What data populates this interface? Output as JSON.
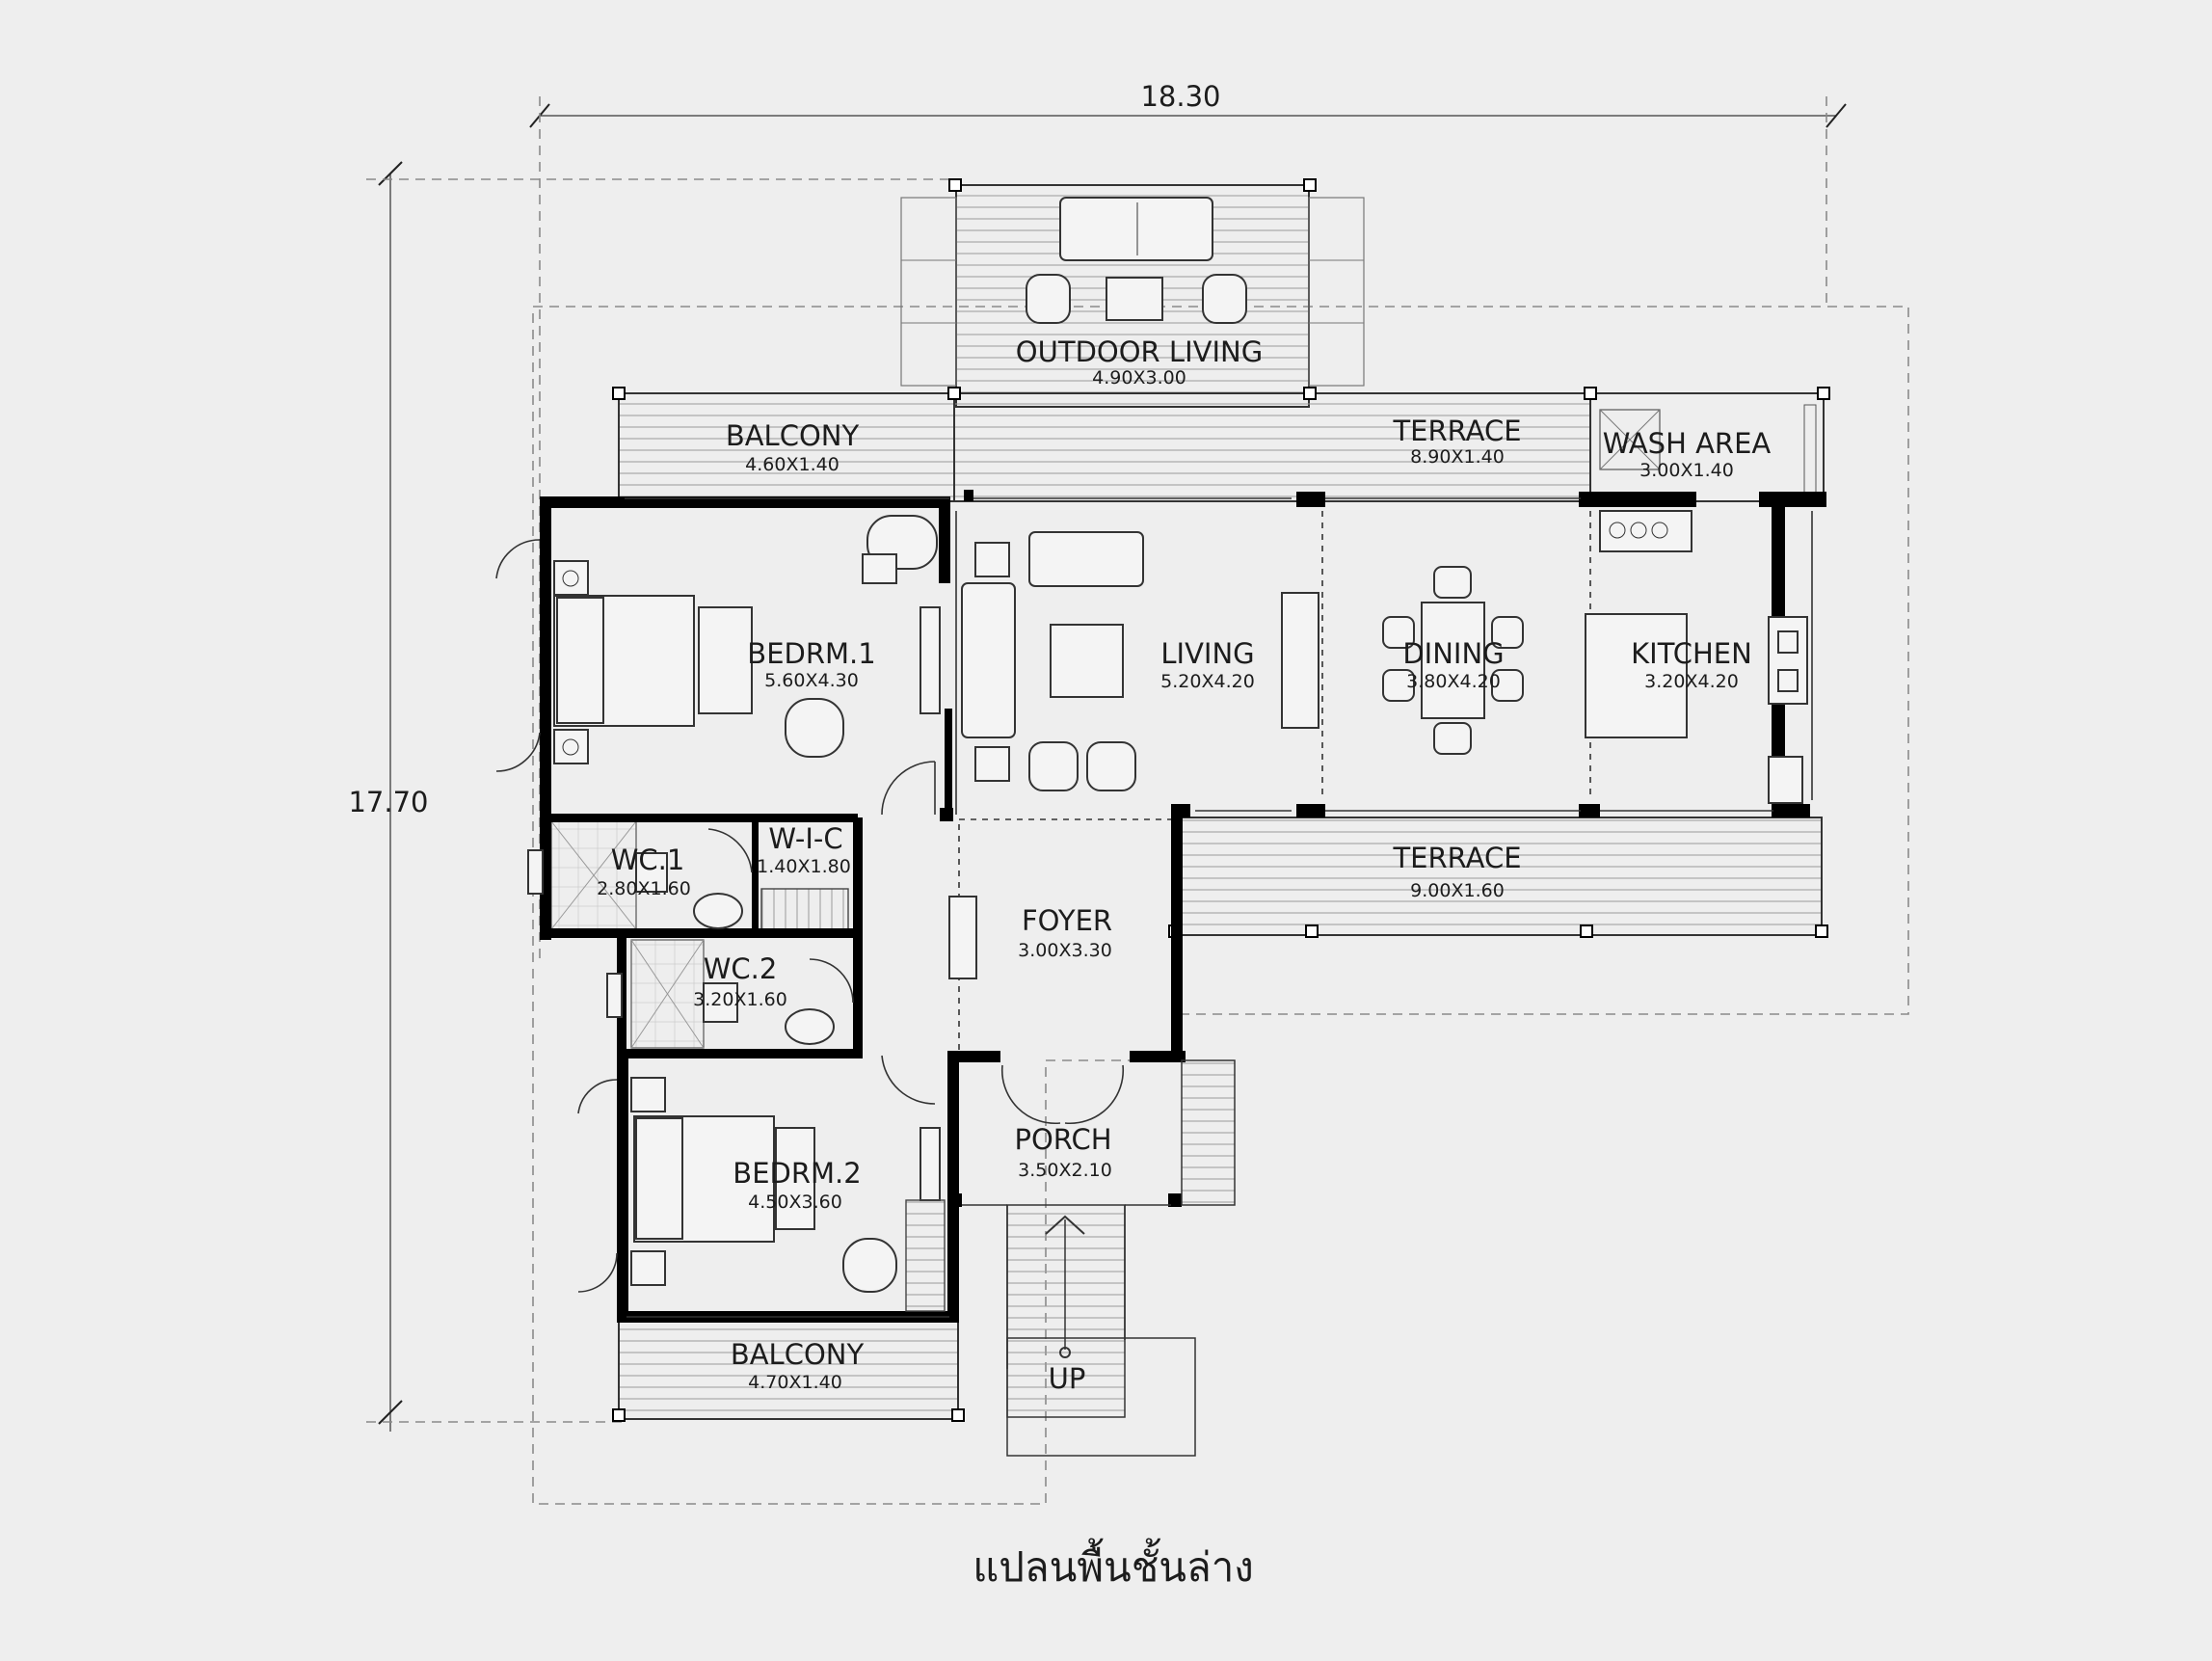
{
  "plan_caption": "แปลนพื้นชั้นล่าง",
  "dimensions": {
    "overall_width": "18.30",
    "overall_depth": "17.70"
  },
  "rooms": {
    "outdoor_living": {
      "name": "OUTDOOR LIVING",
      "size": "4.90X3.00"
    },
    "balcony_1": {
      "name": "BALCONY",
      "size": "4.60X1.40"
    },
    "terrace_1": {
      "name": "TERRACE",
      "size": "8.90X1.40"
    },
    "wash_area": {
      "name": "WASH AREA",
      "size": "3.00X1.40"
    },
    "bedroom_1": {
      "name": "BEDRM.1",
      "size": "5.60X4.30"
    },
    "living": {
      "name": "LIVING",
      "size": "5.20X4.20"
    },
    "dining": {
      "name": "DINING",
      "size": "3.80X4.20"
    },
    "kitchen": {
      "name": "KITCHEN",
      "size": "3.20X4.20"
    },
    "wc_1": {
      "name": "WC.1",
      "size": "2.80X1.60"
    },
    "wic": {
      "name": "W-I-C",
      "size": "1.40X1.80"
    },
    "terrace_2": {
      "name": "TERRACE",
      "size": "9.00X1.60"
    },
    "foyer": {
      "name": "FOYER",
      "size": "3.00X3.30"
    },
    "wc_2": {
      "name": "WC.2",
      "size": "3.20X1.60"
    },
    "bedroom_2": {
      "name": "BEDRM.2",
      "size": "4.50X3.60"
    },
    "porch": {
      "name": "PORCH",
      "size": "3.50X2.10"
    },
    "balcony_2": {
      "name": "BALCONY",
      "size": "4.70X1.40"
    }
  },
  "stair_label": "UP"
}
